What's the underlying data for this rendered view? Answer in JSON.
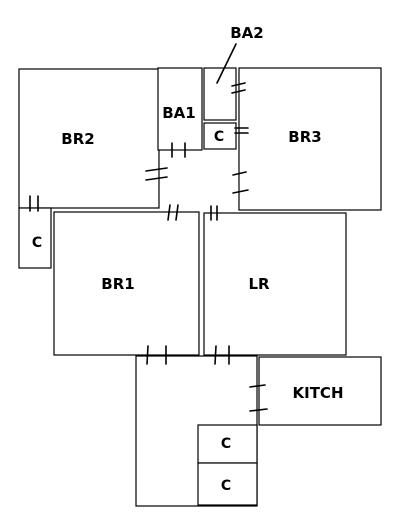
{
  "floorplan": {
    "rooms": {
      "br2": "BR2",
      "ba1": "BA1",
      "ba2": "BA2",
      "closet_ba": "C",
      "br3": "BR3",
      "closet_br2": "C",
      "br1": "BR1",
      "lr": "LR",
      "kitch": "KITCH",
      "closet_upper": "C",
      "closet_lower": "C"
    },
    "colors": {
      "line": "#000000",
      "background": "#ffffff"
    }
  }
}
